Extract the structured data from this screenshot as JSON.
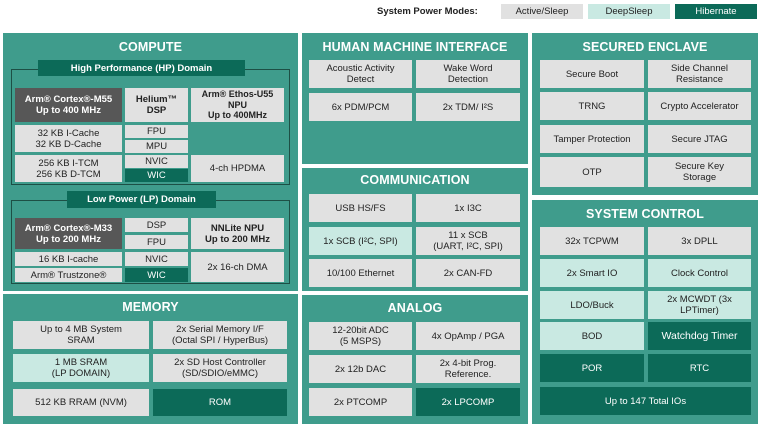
{
  "legend": {
    "title": "System Power Modes:",
    "modes": [
      "Active/Sleep",
      "DeepSleep",
      "Hibernate"
    ]
  },
  "colors": {
    "section": "#3f9c8c",
    "active": "#e1e1e1",
    "deepsleep": "#c9e9e2",
    "hibernate": "#0c6a58",
    "core": "#575757"
  },
  "compute": {
    "title": "COMPUTE",
    "hp_title": "High Performance (HP) Domain",
    "hp_core": "Arm® Cortex®-M55\nUp to 400 MHz",
    "helium": "Helium™\nDSP",
    "npu": "Arm® Ethos-U55\nNPU\nUp to 400MHz",
    "icache": "32 KB I-Cache\n32 KB D-Cache",
    "fpu": "FPU",
    "mpu": "MPU",
    "tcm": "256 KB I-TCM\n256 KB D-TCM",
    "nvic": "NVIC",
    "wic": "WIC",
    "hpdma": "4-ch HPDMA",
    "lp_title": "Low Power (LP) Domain",
    "lp_core": "Arm® Cortex®-M33\nUp to 200 MHz",
    "lp_dsp": "DSP",
    "lp_fpu": "FPU",
    "nnlite": "NNLite NPU\nUp to 200 MHz",
    "lp_icache": "16 KB I-cache",
    "lp_nvic": "NVIC",
    "trustzone": "Arm® Trustzone®",
    "lp_wic": "WIC",
    "dma": "2x 16-ch DMA"
  },
  "memory": {
    "title": "MEMORY",
    "sram": "Up to 4 MB System\nSRAM",
    "serial": "2x Serial Memory I/F\n(Octal SPI / HyperBus)",
    "lpsram": "1 MB SRAM\n(LP DOMAIN)",
    "sdhc": "2x SD Host Controller\n(SD/SDIO/eMMC)",
    "rram": "512 KB RRAM (NVM)",
    "rom": "ROM"
  },
  "hmi": {
    "title": "HUMAN MACHINE INTERFACE",
    "acoustic": "Acoustic Activity\nDetect",
    "wake": "Wake Word\nDetection",
    "pdm": "6x PDM/PCM",
    "tdm": "2x TDM/ I²S"
  },
  "comm": {
    "title": "COMMUNICATION",
    "usb": "USB HS/FS",
    "i3c": "1x I3C",
    "scb1": "1x SCB (I²C, SPI)",
    "scb11": "11 x SCB\n(UART, I²C, SPI)",
    "eth": "10/100 Ethernet",
    "can": "2x CAN-FD"
  },
  "analog": {
    "title": "ANALOG",
    "adc": "12-20bit ADC\n(5 MSPS)",
    "opamp": "4x OpAmp / PGA",
    "dac": "2x 12b DAC",
    "ref": "2x 4-bit Prog.\nReference.",
    "ptcomp": "2x PTCOMP",
    "lpcomp": "2x LPCOMP"
  },
  "secure": {
    "title": "SECURED ENCLAVE",
    "boot": "Secure Boot",
    "sidechannel": "Side Channel\nResistance",
    "trng": "TRNG",
    "crypto": "Crypto Accelerator",
    "tamper": "Tamper Protection",
    "jtag": "Secure JTAG",
    "otp": "OTP",
    "keystore": "Secure Key\nStorage"
  },
  "sysctl": {
    "title": "SYSTEM CONTROL",
    "tcpwm": "32x TCPWM",
    "dpll": "3x DPLL",
    "smartio": "2x Smart IO",
    "clock": "Clock Control",
    "ldo": "LDO/Buck",
    "mcwdt": "2x MCWDT (3x\nLPTimer)",
    "bod": "BOD",
    "watchdog": "Watchdog Timer",
    "por": "POR",
    "rtc": "RTC",
    "ios": "Up to 147 Total IOs"
  }
}
